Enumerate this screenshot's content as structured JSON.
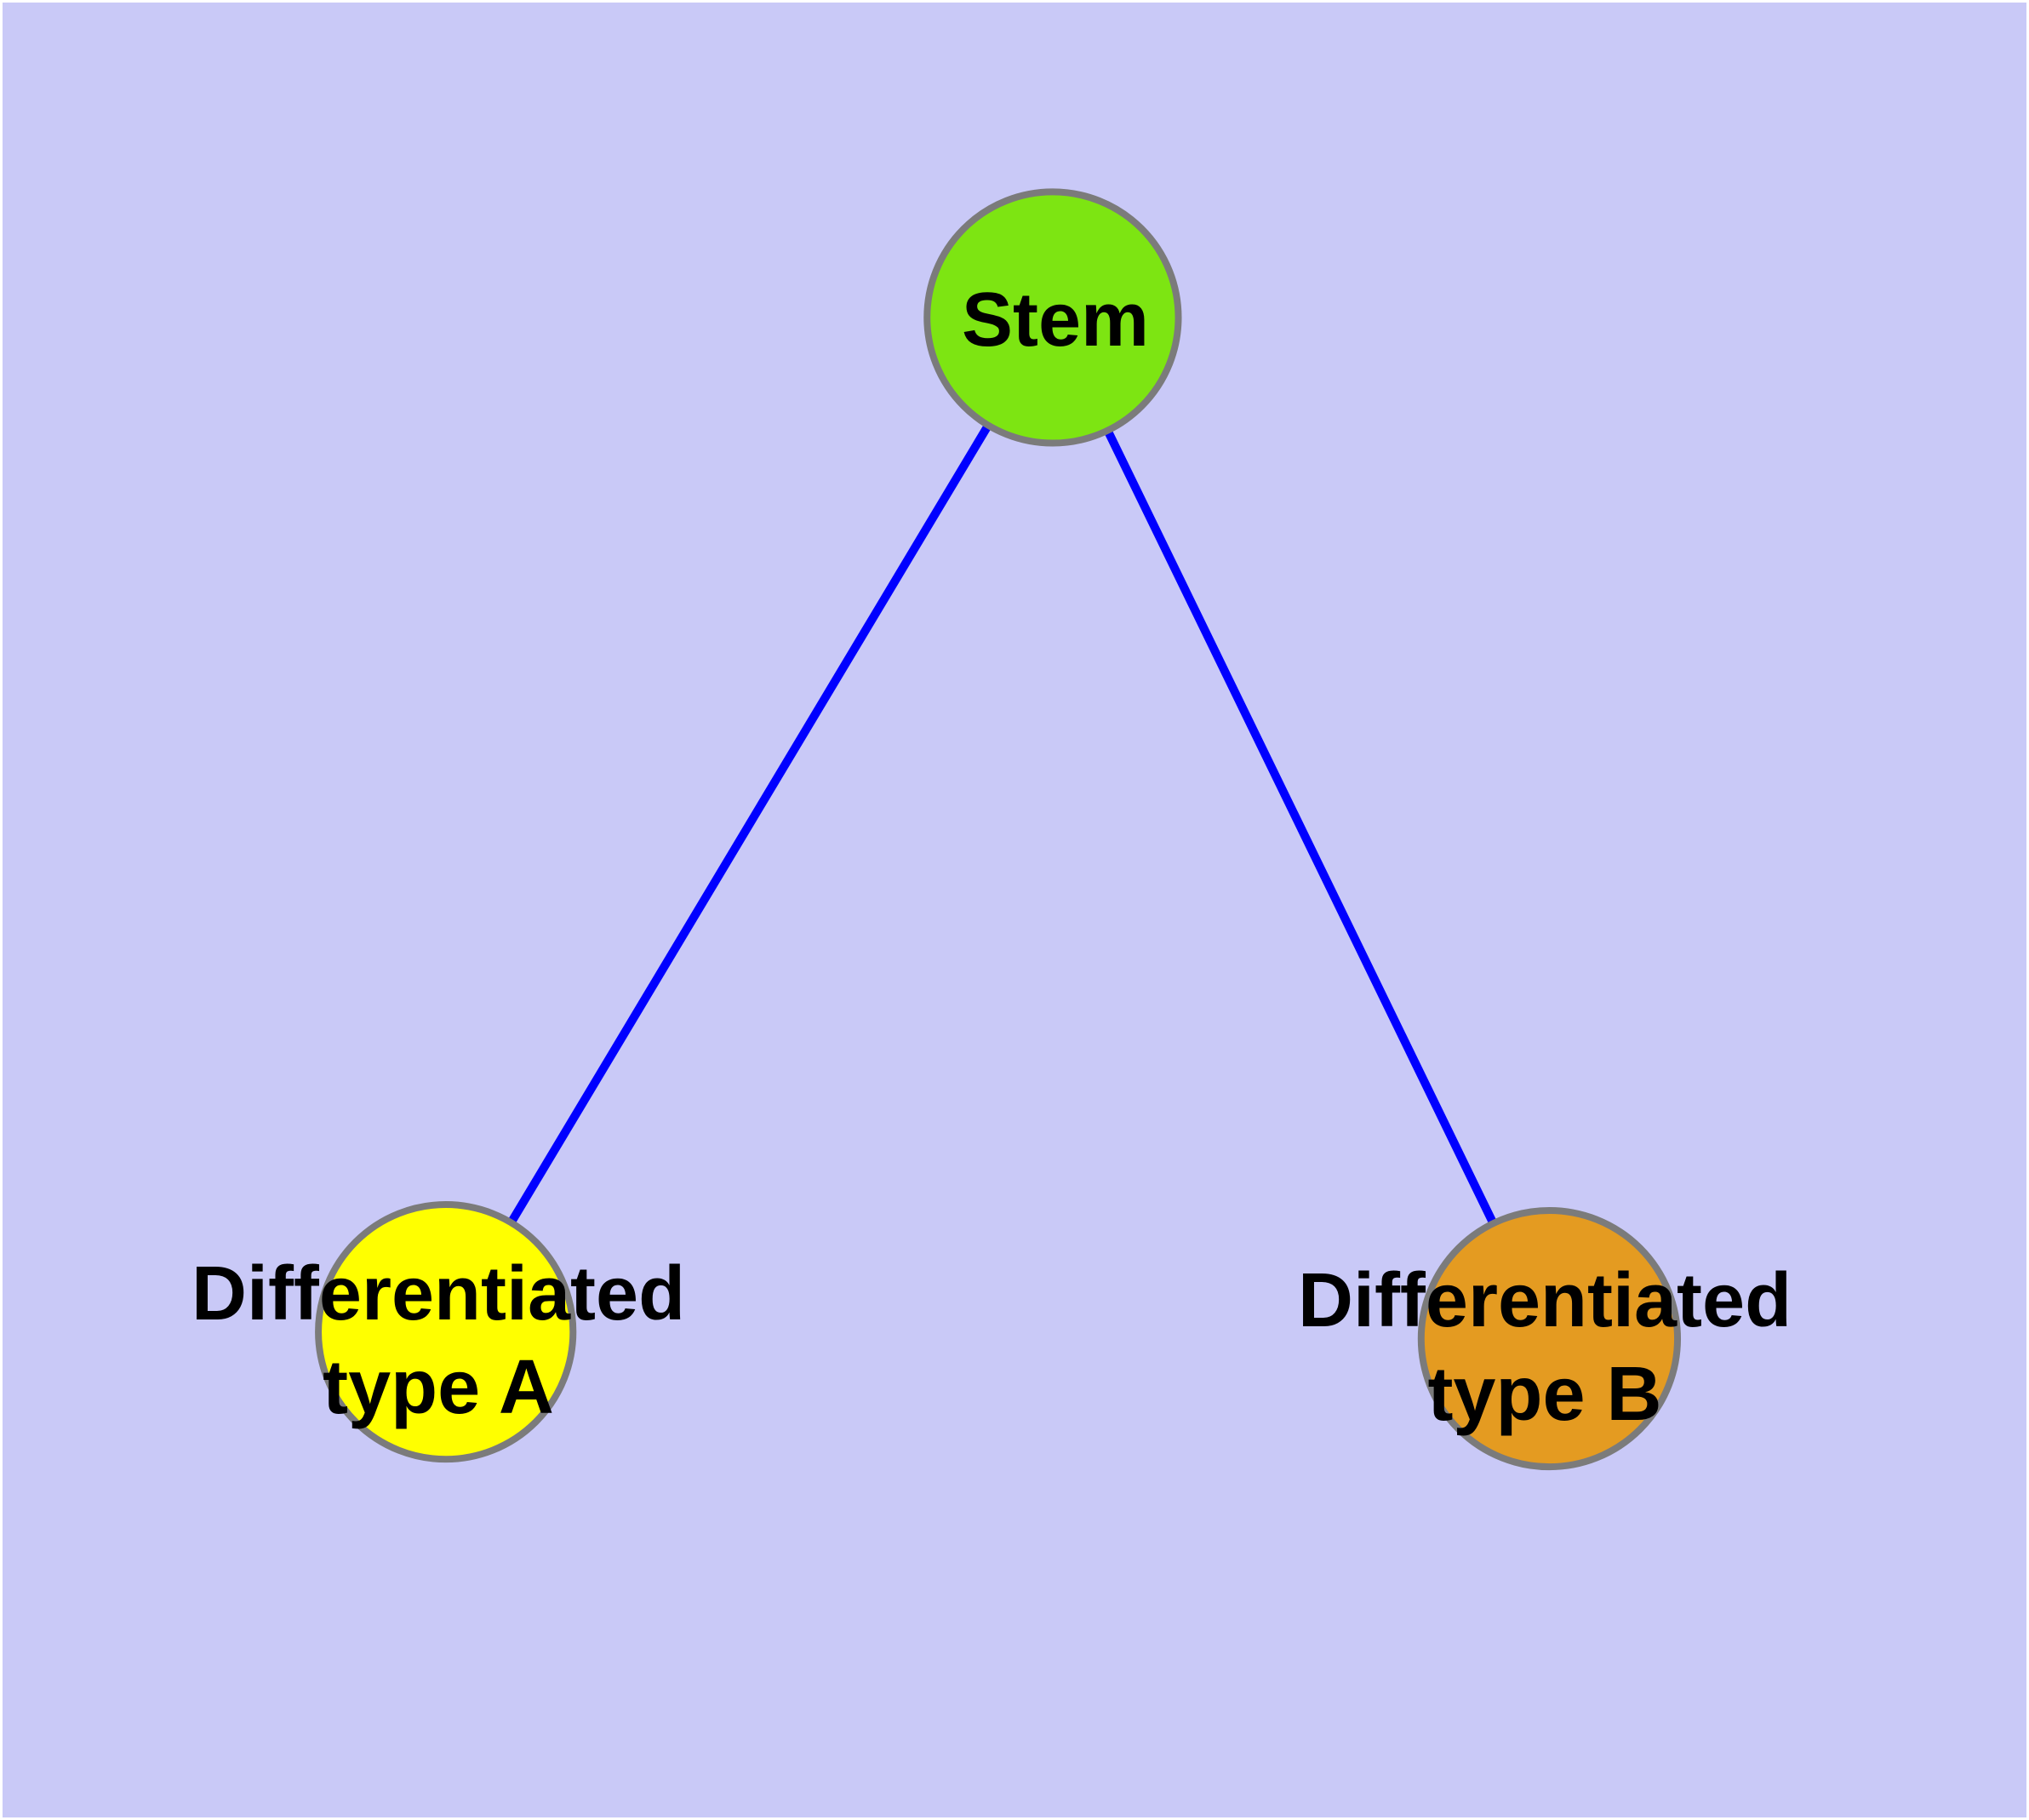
{
  "canvas": {
    "background_color": "#C9C9F7",
    "page_margin_color": "#FFFFFF",
    "text_color": "#000000"
  },
  "diagram": {
    "type": "node-link-graph",
    "description": "Cell differentiation hierarchy: one stem node linked to two differentiated nodes",
    "nodes": [
      {
        "id": "stem",
        "label": "Stem",
        "fill": "#7DE512",
        "border": "#7B7B7B"
      },
      {
        "id": "differentiated-type-a",
        "label_line1": "Differentiated",
        "label_line2": "type A",
        "fill": "#FFFF00",
        "border": "#7B7B7B"
      },
      {
        "id": "differentiated-type-b",
        "label_line1": "Differentiated",
        "label_line2": "type B",
        "fill": "#E49B21",
        "border": "#7B7B7B"
      }
    ],
    "edges": [
      {
        "from": "stem",
        "to": "differentiated-type-a",
        "color": "#0000FF"
      },
      {
        "from": "stem",
        "to": "differentiated-type-b",
        "color": "#0000FF"
      }
    ]
  }
}
